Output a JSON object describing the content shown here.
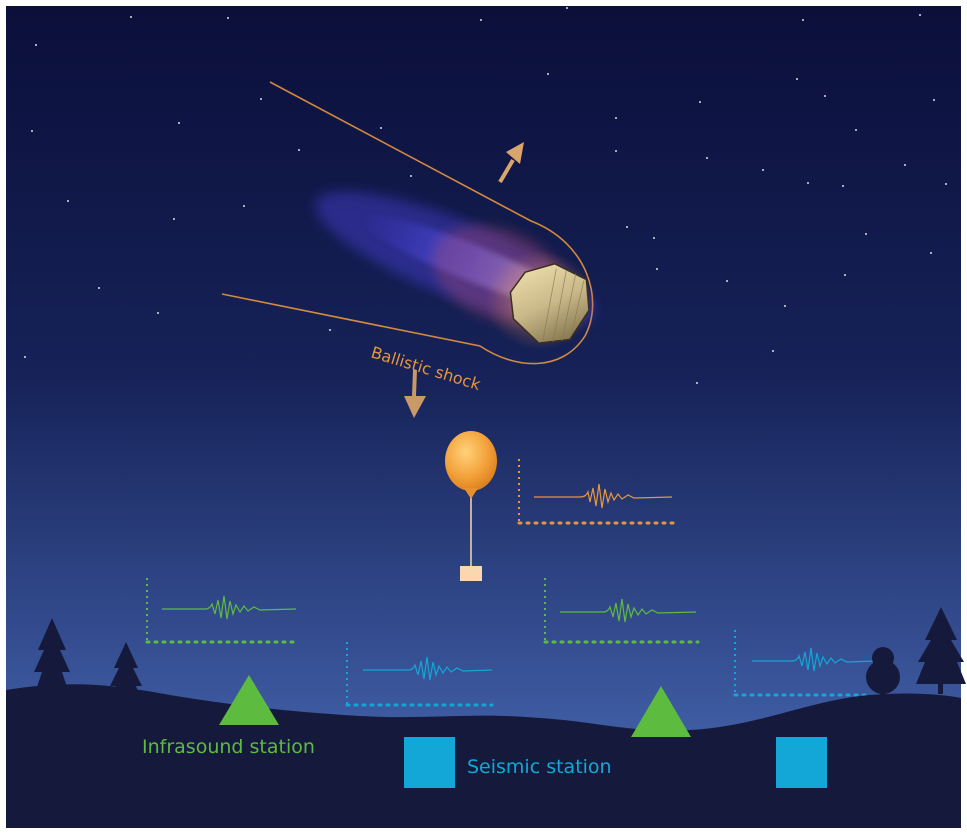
{
  "labels": {
    "ballistic_shock": "Ballistic shock",
    "infrasound_station": "Infrasound station",
    "seismic_station": "Seismic station"
  },
  "colors": {
    "sky_top": "#0b0f3a",
    "sky_bottom": "#3d5fa8",
    "ground": "#151a3c",
    "shock_orange": "#e8963c",
    "balloon_orange": "#f3a13a",
    "infrasound_green": "#5dbb3f",
    "seismic_blue": "#12a7d6",
    "plasma_blue": "#5a5cff"
  },
  "icons": [
    "meteoroid-icon",
    "balloon-icon",
    "infrasound-station-icon",
    "seismic-station-icon",
    "tree-icon",
    "arrow-icon"
  ]
}
